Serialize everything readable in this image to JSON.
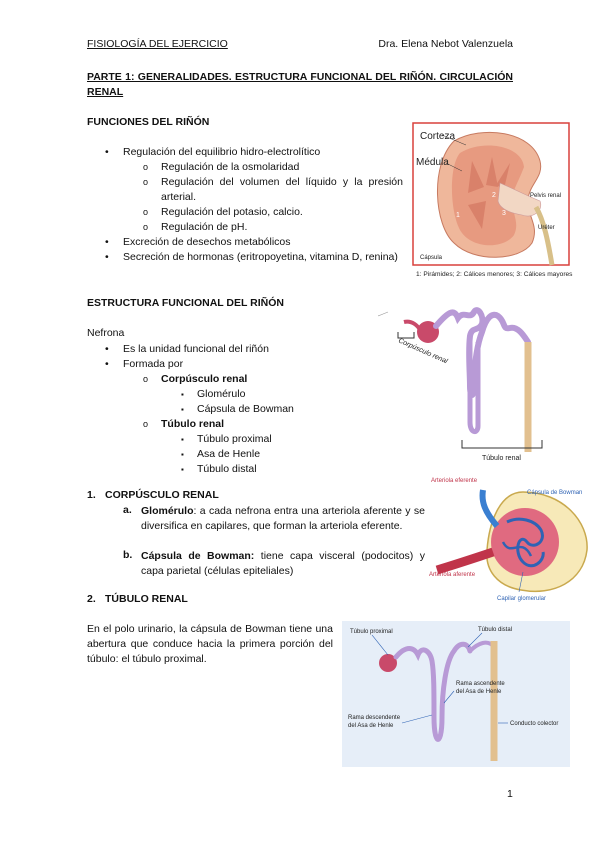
{
  "header": {
    "left": "FISIOLOGÍA DEL EJERCICIO",
    "right": "Dra. Elena Nebot Valenzuela"
  },
  "title": "PARTE 1: GENERALIDADES. ESTRUCTURA FUNCIONAL DEL RIÑÓN. CIRCULACIÓN RENAL",
  "funciones": {
    "heading": "FUNCIONES DEL RIÑÓN",
    "b1": "Regulación del equilibrio hidro-electrolítico",
    "b1_sub": [
      "Regulación de la osmolaridad",
      "Regulación del volumen del líquido y la presión arterial.",
      "Regulación del potasio, calcio.",
      "Regulación de pH."
    ],
    "b2": "Excreción de desechos metabólicos",
    "b3": "Secreción de hormonas (eritropoyetina, vitamina D, renina)"
  },
  "kidney_fig": {
    "corteza": "Corteza",
    "medula": "Médula",
    "pelvis": "Pelvis renal",
    "ureter": "Uréter",
    "capsula": "Cápsula",
    "n1": "1",
    "n2": "2",
    "n3": "3",
    "caption": "1: Pirámides; 2: Cálices menores; 3: Cálices mayores"
  },
  "estructura": {
    "heading": "ESTRUCTURA FUNCIONAL DEL RIÑÓN",
    "nefrona": "Nefrona",
    "b1": "Es la unidad funcional del riñón",
    "b2": "Formada por",
    "corpusculo": "Corpúsculo renal",
    "corp_items": [
      "Glomérulo",
      "Cápsula de Bowman"
    ],
    "tubulo": "Túbulo renal",
    "tub_items": [
      "Túbulo proximal",
      "Asa de Henle",
      "Túbulo distal"
    ]
  },
  "nephron_fig": {
    "corpusculo": "Corpúsculo renal",
    "tubulo": "Túbulo renal"
  },
  "sec1": {
    "num": "1.",
    "heading": "CORPÚSCULO RENAL",
    "a_num": "a.",
    "a_bold": "Glomérulo",
    "a_text": ": a cada nefrona entra una arteriola aferente y se diversifica en capilares, que forman la arteriola eferente.",
    "b_num": "b.",
    "b_bold": "Cápsula de Bowman:",
    "b_text": " tiene capa visceral (podocitos) y capa parietal (células epiteliales)"
  },
  "glom_fig": {
    "eferente": "Arteriola eferente",
    "bowman": "Cápsula de Bowman",
    "aferente": "Arteriola aferente",
    "capilar": "Capilar glomerular"
  },
  "sec2": {
    "num": "2.",
    "heading": "TÚBULO RENAL",
    "text": "En el polo urinario, la cápsula de Bowman tiene una abertura que conduce hacia la primera porción del túbulo: el túbulo proximal."
  },
  "tubule_fig": {
    "proximal": "Túbulo proximal",
    "distal": "Túbulo distal",
    "asc1": "Rama ascendente",
    "asc2": "del Asa de Henle",
    "desc1": "Rama descendente",
    "desc2": "del Asa de Henle",
    "colector": "Conducto colector"
  },
  "page_number": "1",
  "colors": {
    "frame_red": "#d9413c",
    "kidney_pink": "#e9a58a",
    "tubule_purple": "#b89ad6",
    "collector_tan": "#e2c08f",
    "fig_bg": "#e6eef8"
  }
}
